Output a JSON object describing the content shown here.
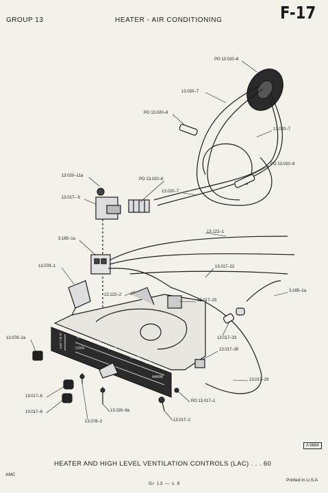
{
  "header": {
    "group": "GROUP 13",
    "title": "HEATER - AIR CONDITIONING",
    "page_id": "F-17"
  },
  "callouts": [
    {
      "id": "po-13020-8-top",
      "text": "PO 13.020–8"
    },
    {
      "id": "13020-7-a",
      "text": "13.020–7"
    },
    {
      "id": "po-13020-8-mid",
      "text": "PO 13.020–8"
    },
    {
      "id": "13020-7-b",
      "text": "13.020–7"
    },
    {
      "id": "po-13020-8-right",
      "text": "PO 13.020–8"
    },
    {
      "id": "13020-11a",
      "text": "13.020–11a"
    },
    {
      "id": "po-13020-8-left",
      "text": "PO 13.020–8"
    },
    {
      "id": "13017-8",
      "text": "13.017– 8"
    },
    {
      "id": "13020-7-c",
      "text": "13.020–7"
    },
    {
      "id": "13122-1",
      "text": "13.122–1"
    },
    {
      "id": "3165-1a-left",
      "text": "3.165–1a"
    },
    {
      "id": "13078-1",
      "text": "13.078–1"
    },
    {
      "id": "13017-22",
      "text": "13.017–22"
    },
    {
      "id": "13122-2",
      "text": "13.122–2"
    },
    {
      "id": "13017-23",
      "text": "13.017–23"
    },
    {
      "id": "3165-1a-right",
      "text": "3.165–1a"
    },
    {
      "id": "13017-33",
      "text": "13.017–33"
    },
    {
      "id": "13078-2a",
      "text": "13.078–2a"
    },
    {
      "id": "13017-30",
      "text": "13.017–30"
    },
    {
      "id": "13017-29",
      "text": "13.017–29"
    },
    {
      "id": "13017-6-a",
      "text": "13.017–6"
    },
    {
      "id": "13017-6-b",
      "text": "13.017–6"
    },
    {
      "id": "13020-8a",
      "text": "13.020–8a"
    },
    {
      "id": "po-13017-1",
      "text": "PO 13.017–1"
    },
    {
      "id": "13078-2",
      "text": "13.078–2"
    },
    {
      "id": "13017-2",
      "text": "13.017–2"
    }
  ],
  "panel_labels": {
    "off_top": "OFF",
    "vent": "VENT",
    "def": "DEF",
    "heat": "HEAT",
    "hi_lo": "HI–LO",
    "cool": "COOL",
    "warm": "WARM",
    "fan_scale": "HI M L OFF"
  },
  "reference_code": "A 6684",
  "caption": "HEATER AND HIGH LEVEL VENTILATION CONTROLS (LAC) . . . 60",
  "footer": {
    "brand": "AMC",
    "page_ref": "Gr 13 — L 9",
    "printed": "Printed in U.S.A"
  }
}
